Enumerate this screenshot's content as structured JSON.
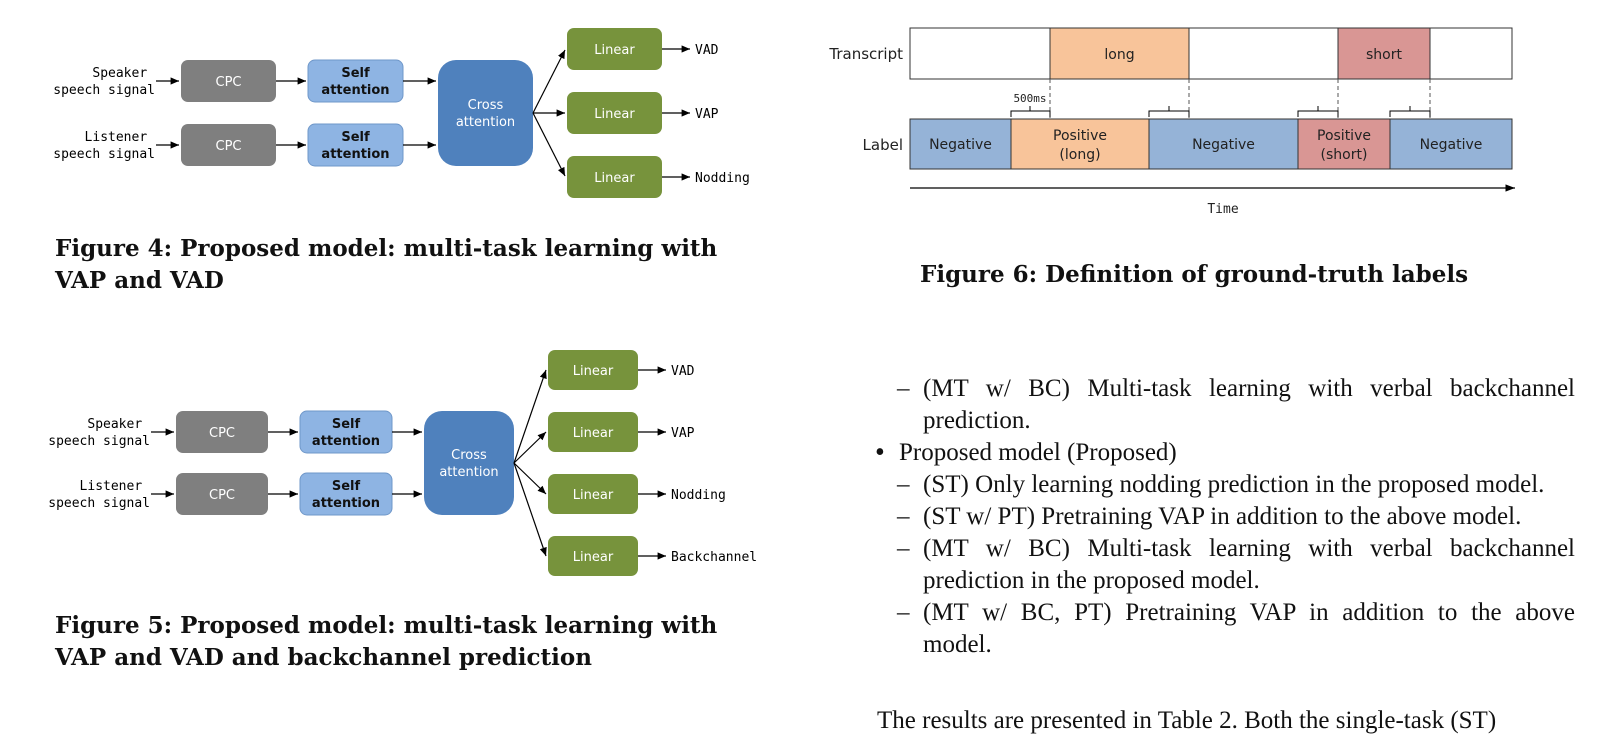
{
  "fig4": {
    "inputs": [
      "Speaker\nspeech signal",
      "Listener\nspeech signal"
    ],
    "encoder": "CPC",
    "self_attention": "Self\nattention",
    "cross_attention": "Cross\nattention",
    "head": "Linear",
    "outputs": [
      "VAD",
      "VAP",
      "Nodding"
    ],
    "caption": "Figure 4: Proposed model: multi-task learning with VAP and VAD"
  },
  "fig5": {
    "inputs": [
      "Speaker\nspeech signal",
      "Listener\nspeech signal"
    ],
    "encoder": "CPC",
    "self_attention": "Self\nattention",
    "cross_attention": "Cross\nattention",
    "head": "Linear",
    "outputs": [
      "VAD",
      "VAP",
      "Nodding",
      "Backchannel"
    ],
    "caption": "Figure 5: Proposed model: multi-task learning with VAP and VAD and backchannel prediction"
  },
  "fig6": {
    "row_transcript": "Transcript",
    "row_label": "Label",
    "transcript_segments": [
      "long",
      "short"
    ],
    "label_segments": [
      "Negative",
      "Positive\n(long)",
      "Negative",
      "Positive\n(short)",
      "Negative"
    ],
    "margin_label": "500ms",
    "time_axis": "Time",
    "colors": {
      "orange": "#f8c49a",
      "red": "#d99694",
      "blue": "#95b3d7"
    },
    "caption": "Figure 6: Definition of ground-truth labels"
  },
  "list": [
    {
      "level": 1,
      "text": "(MT w/ BC) Multi-task learning with verbal backchannel prediction."
    },
    {
      "level": 0,
      "text": "Proposed model (Proposed)"
    },
    {
      "level": 1,
      "text": "(ST) Only learning nodding prediction in the proposed model."
    },
    {
      "level": 1,
      "text": "(ST w/ PT) Pretraining VAP in addition to the above model."
    },
    {
      "level": 1,
      "text": "(MT w/ BC) Multi-task learning with verbal backchannel prediction in the proposed model."
    },
    {
      "level": 1,
      "text": "(MT w/ BC, PT) Pretraining VAP in addition to the above model."
    }
  ],
  "paragraph": "The results are presented in Table 2. Both the single-task (ST)"
}
